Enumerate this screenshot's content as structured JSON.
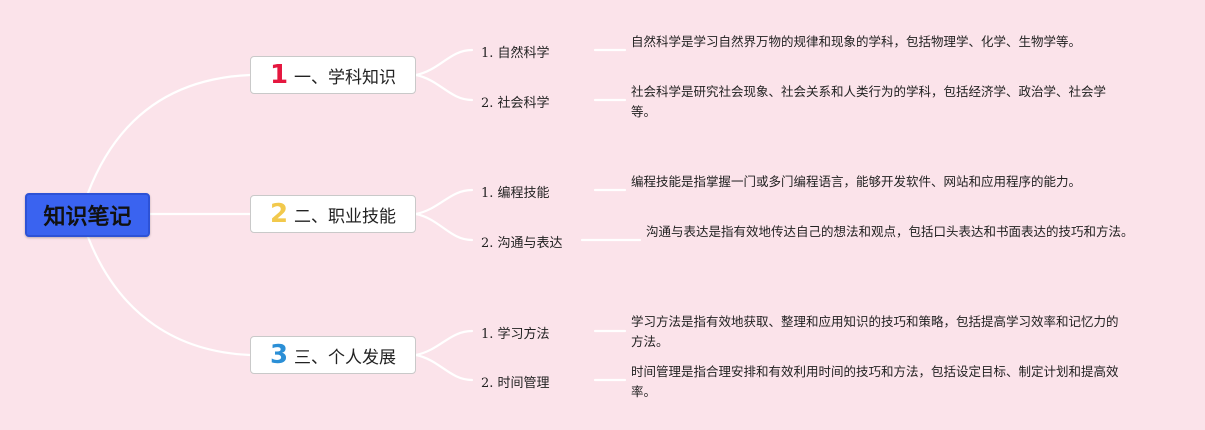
{
  "root": {
    "label": "知识笔记",
    "color": "#3a63f0"
  },
  "branches": [
    {
      "number": "1",
      "number_color": "#e5173f",
      "label": "一、学科知识",
      "items": [
        {
          "label": "1. 自然科学",
          "desc": "自然科学是学习自然界万物的规律和现象的学科，包括物理学、化学、生物学等。"
        },
        {
          "label": "2. 社会科学",
          "desc": "社会科学是研究社会现象、社会关系和人类行为的学科，包括经济学、政治学、社会学等。"
        }
      ]
    },
    {
      "number": "2",
      "number_color": "#f2c94c",
      "label": "二、职业技能",
      "items": [
        {
          "label": "1. 编程技能",
          "desc": "编程技能是指掌握一门或多门编程语言，能够开发软件、网站和应用程序的能力。"
        },
        {
          "label": "2. 沟通与表达",
          "desc": "沟通与表达是指有效地传达自己的想法和观点，包括口头表达和书面表达的技巧和方法。"
        }
      ]
    },
    {
      "number": "3",
      "number_color": "#2b8fd6",
      "label": "三、个人发展",
      "items": [
        {
          "label": "1. 学习方法",
          "desc": "学习方法是指有效地获取、整理和应用知识的技巧和策略，包括提高学习效率和记忆力的方法。"
        },
        {
          "label": "2. 时间管理",
          "desc": "时间管理是指合理安排和有效利用时间的技巧和方法，包括设定目标、制定计划和提高效率。"
        }
      ]
    }
  ]
}
